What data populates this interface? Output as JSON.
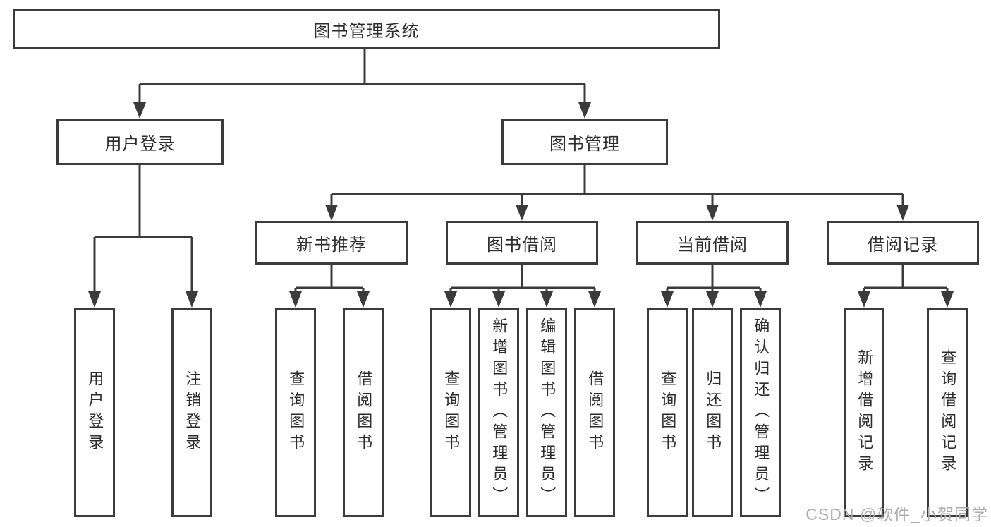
{
  "root": {
    "label": "图书管理系统"
  },
  "branches": {
    "user_login": {
      "label": "用户登录"
    },
    "book_mgmt": {
      "label": "图书管理"
    },
    "new_book": {
      "label": "新书推荐"
    },
    "book_borrow": {
      "label": "图书借阅"
    },
    "current_borrow": {
      "label": "当前借阅"
    },
    "borrow_record": {
      "label": "借阅记录"
    }
  },
  "leaves": {
    "user_login": [
      "用户登录",
      "注销登录"
    ],
    "new_book": [
      "查询图书",
      "借阅图书"
    ],
    "book_borrow": [
      "查询图书",
      "新增图书（管理员）",
      "编辑图书（管理员）",
      "借阅图书"
    ],
    "current_borrow": [
      "查询图书",
      "归还图书",
      "确认归还（管理员）"
    ],
    "borrow_record": [
      "新增借阅记录",
      "查询借阅记录"
    ]
  },
  "watermark": {
    "text": "CSDN @软件_小贺同学"
  },
  "colors": {
    "line": "#3b3b3b",
    "border": "#3b3b3b",
    "fill": "#ffffff",
    "text": "#2d2d2d",
    "watermark": "#b3abab"
  }
}
